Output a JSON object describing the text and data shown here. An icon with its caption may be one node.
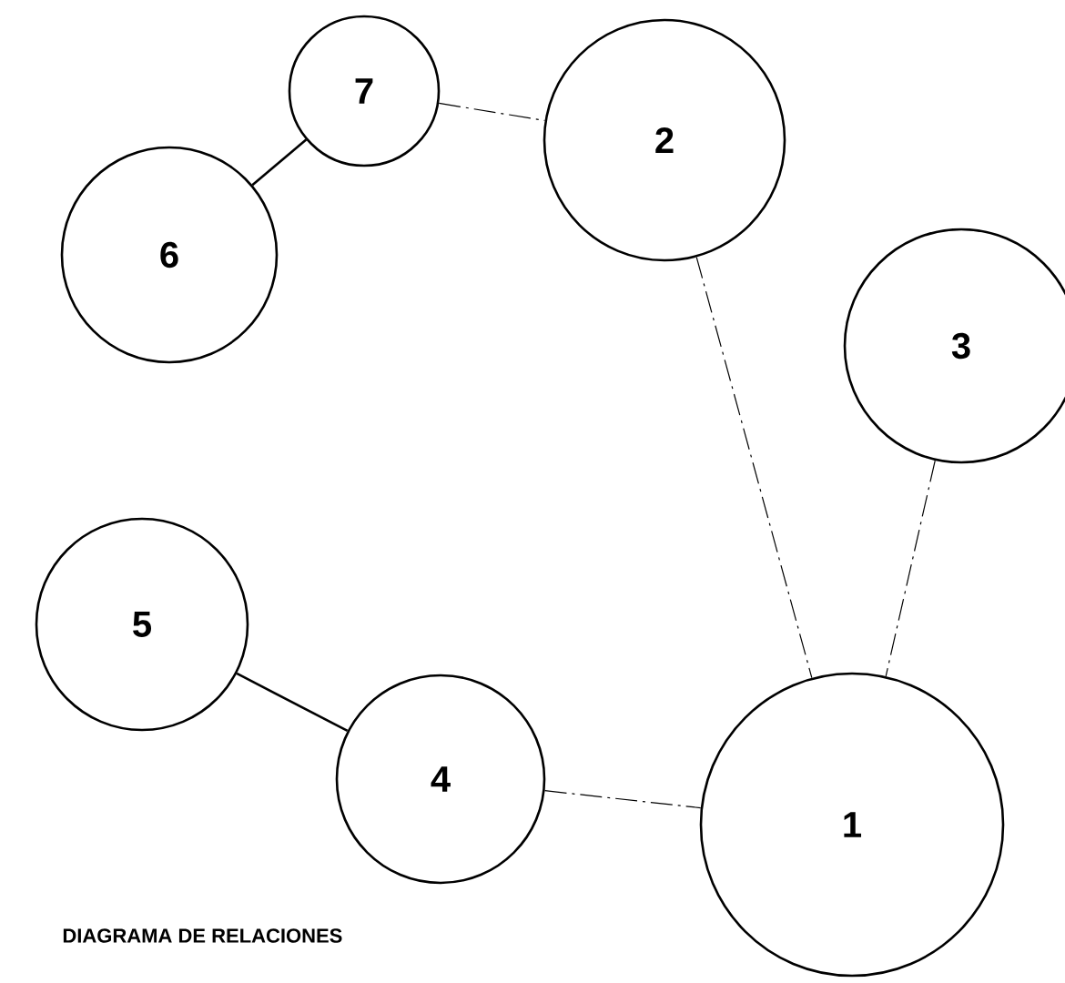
{
  "diagram": {
    "caption": "DIAGRAMA DE RELACIONES",
    "nodes": [
      {
        "text": [
          "1"
        ]
      },
      {
        "text": [
          "2"
        ]
      },
      {
        "text": [
          "3"
        ]
      },
      {
        "text": [
          "4"
        ]
      },
      {
        "text": [
          "5"
        ]
      },
      {
        "text": [
          "6"
        ]
      },
      {
        "text": [
          "7"
        ]
      }
    ],
    "edges": [
      {
        "from": 6,
        "to": 5,
        "arrow": "none"
      },
      {
        "from": 6,
        "to": 1,
        "arrow": "none",
        "style": "dashed"
      },
      {
        "from": 1,
        "to": 0,
        "arrow": "none",
        "style": "dashed"
      },
      {
        "from": 2,
        "to": 0,
        "arrow": "none",
        "style": "dashed"
      },
      {
        "from": 4,
        "to": 3,
        "arrow": "none"
      },
      {
        "from": 3,
        "to": 0,
        "arrow": "none",
        "style": "dashed"
      }
    ]
  }
}
